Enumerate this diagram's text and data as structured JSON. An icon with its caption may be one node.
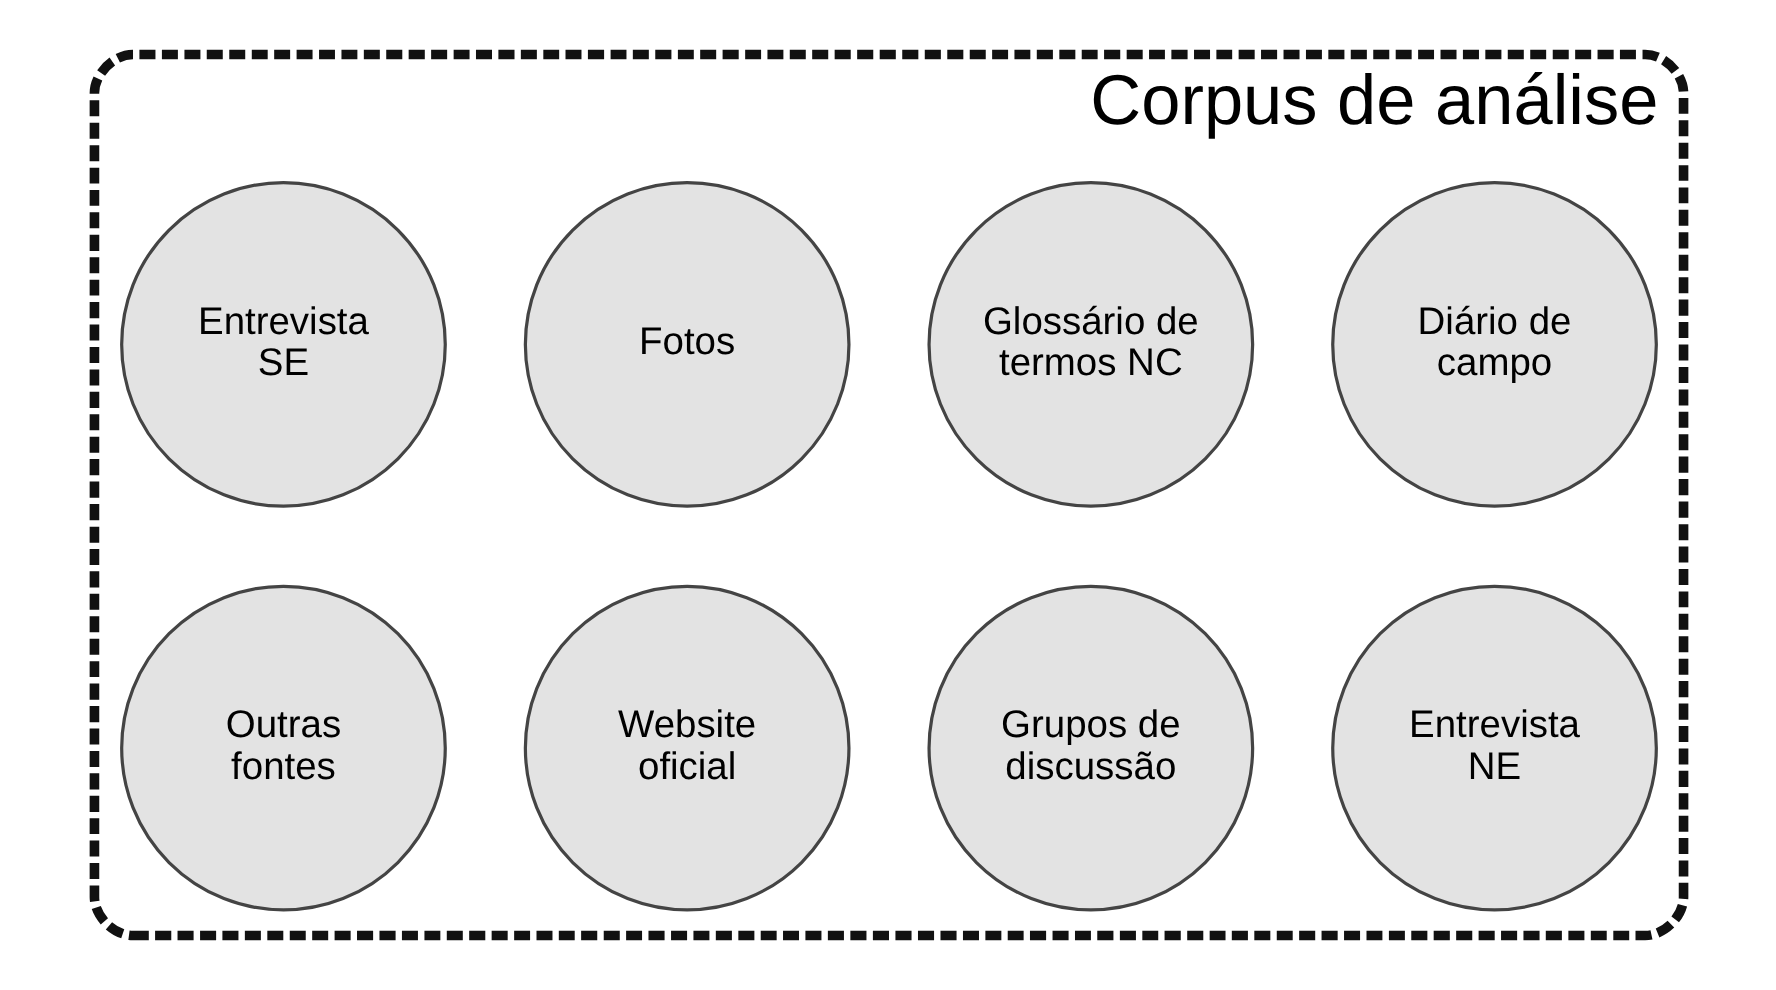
{
  "diagram": {
    "nodes": [
      {
        "text": [
          "Corpus de análise"
        ]
      },
      {
        "text": [
          "Diário de campo"
        ],
        "in": 0
      },
      {
        "text": [
          "Glossário de termos NC"
        ],
        "in": 0
      },
      {
        "text": [
          "Fotos"
        ],
        "in": 0
      },
      {
        "text": [
          "Entrevista SE"
        ],
        "in": 0
      },
      {
        "text": [
          "Entrevista NE"
        ],
        "in": 0
      },
      {
        "text": [
          "Grupos de discussão"
        ],
        "in": 0
      },
      {
        "text": [
          "Website oficial"
        ],
        "in": 0
      },
      {
        "text": [
          "Outras fontes"
        ],
        "in": 0
      }
    ],
    "edges": []
  }
}
